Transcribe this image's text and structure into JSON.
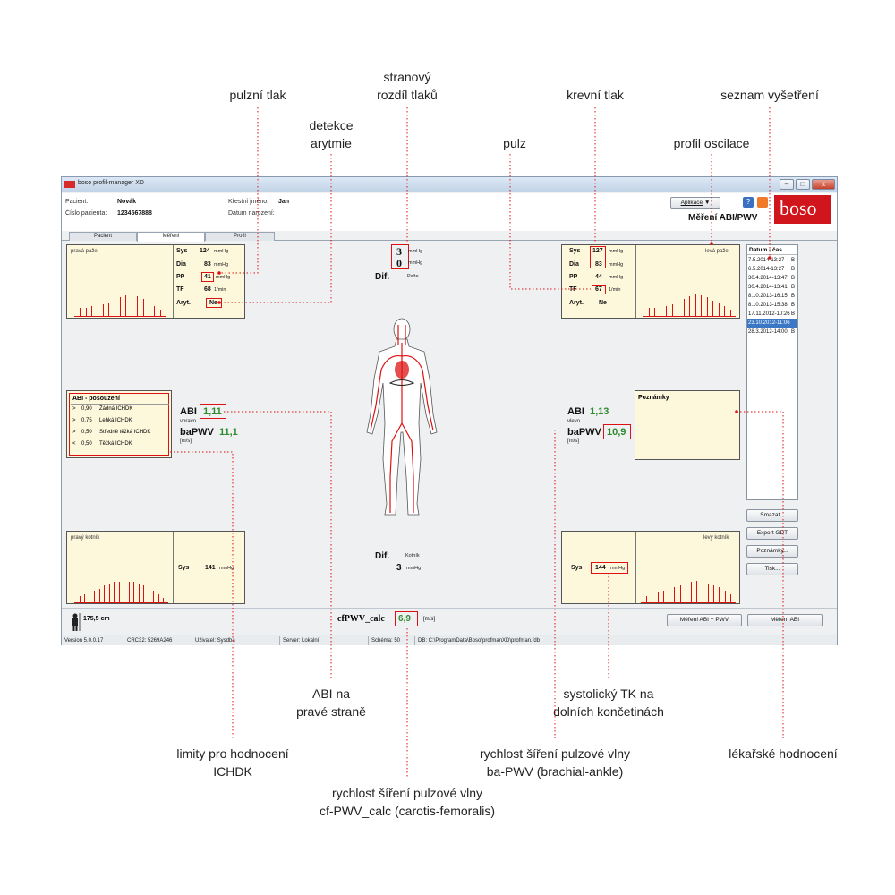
{
  "callouts": {
    "pulse_pressure": "pulzní tlak",
    "side_diff_line1": "stranový",
    "side_diff_line2": "rozdíl tlaků",
    "blood_pressure": "krevní tlak",
    "exam_list": "seznam vyšetření",
    "arrhythmia_line1": "detekce",
    "arrhythmia_line2": "arytmie",
    "pulse": "pulz",
    "osc_profile": "profil oscilace",
    "abi_right_line1": "ABI na",
    "abi_right_line2": "pravé straně",
    "systolic_lower_line1": "systolický TK na",
    "systolic_lower_line2": "dolních končetinách",
    "limits_line1": "limity pro hodnocení",
    "limits_line2": "ICHDK",
    "bapwv_line1": "rychlost šíření pulzové vlny",
    "bapwv_line2": "ba-PWV (brachial-ankle)",
    "medical_line1": "lékařské hodnocení",
    "cfpwv_line1": "rychlost šíření pulzové vlny",
    "cfpwv_line2": "cf-PWV_calc (carotis-femoralis)"
  },
  "window": {
    "title": "boso profil-manager XD",
    "min": "–",
    "max": "□",
    "close": "x"
  },
  "header": {
    "patient_label": "Pacient:",
    "patient_value": "Novák",
    "number_label": "Číslo pacienta:",
    "number_value": "1234567888",
    "firstname_label": "Křestní jméno:",
    "firstname_value": "Jan",
    "birth_label": "Datum narození:",
    "app_button": "Aplikace",
    "help": "?",
    "mode_title": "Měření ABI/PWV",
    "logo": "boso"
  },
  "tabs": [
    "Pacient",
    "Měření",
    "Profil"
  ],
  "right_arm": {
    "title": "pravá paže",
    "sys_label": "Sys",
    "sys": "124",
    "sys_unit": "mmHg",
    "dia_label": "Dia",
    "dia": "83",
    "dia_unit": "mmHg",
    "pp_label": "PP",
    "pp": "41",
    "pp_unit": "mmHg",
    "tf_label": "TF",
    "tf": "68",
    "tf_unit": "1/min",
    "aryt_label": "Aryt.",
    "aryt": "Ne",
    "oscillation": [
      0.25,
      0.25,
      0.3,
      0.3,
      0.35,
      0.4,
      0.45,
      0.55,
      0.6,
      0.62,
      0.58,
      0.5,
      0.42,
      0.3,
      0.2
    ]
  },
  "left_arm": {
    "title": "levá paže",
    "sys_label": "Sys",
    "sys": "127",
    "sys_unit": "mmHg",
    "dia_label": "Dia",
    "dia": "83",
    "dia_unit": "mmHg",
    "pp_label": "PP",
    "pp": "44",
    "pp_unit": "mmHg",
    "tf_label": "TF",
    "tf": "67",
    "tf_unit": "1/min",
    "aryt_label": "Aryt.",
    "aryt": "Ne",
    "oscillation": [
      0.25,
      0.25,
      0.3,
      0.3,
      0.35,
      0.45,
      0.5,
      0.58,
      0.62,
      0.6,
      0.55,
      0.45,
      0.4,
      0.3,
      0.2
    ]
  },
  "arm_diff": {
    "val1": "3",
    "val2": "0",
    "unit": "mmHg",
    "label": "Dif.",
    "sub": "Paže"
  },
  "abi_legend": {
    "title": "ABI - posouzení",
    "rows": [
      {
        "op": ">",
        "val": "0,90",
        "text": "Žádná ICHDK"
      },
      {
        "op": ">",
        "val": "0,75",
        "text": "Lehká ICHDK"
      },
      {
        "op": ">",
        "val": "0,50",
        "text": "Středně těžká ICHDK"
      },
      {
        "op": "<",
        "val": "0,50",
        "text": "Těžká ICHDK"
      }
    ]
  },
  "abi_right": {
    "abi_label": "ABI",
    "abi": "1,11",
    "side": "vpravo",
    "pwv_label": "baPWV",
    "pwv": "11,1",
    "unit": "[m/s]"
  },
  "abi_left": {
    "abi_label": "ABI",
    "abi": "1,13",
    "side": "vlevo",
    "pwv_label": "baPWV",
    "pwv": "10,9",
    "unit": "[m/s]"
  },
  "notes": {
    "title": "Poznámky"
  },
  "right_ankle": {
    "title": "pravý kotník",
    "sys_label": "Sys",
    "sys": "141",
    "sys_unit": "mmHg",
    "oscillation": [
      0.2,
      0.25,
      0.3,
      0.35,
      0.4,
      0.5,
      0.55,
      0.6,
      0.6,
      0.65,
      0.6,
      0.6,
      0.55,
      0.5,
      0.45,
      0.35,
      0.25,
      0.15
    ]
  },
  "left_ankle": {
    "title": "levý kotník",
    "sys_label": "Sys",
    "sys": "144",
    "sys_unit": "mmHg",
    "oscillation": [
      0.2,
      0.25,
      0.3,
      0.35,
      0.4,
      0.45,
      0.5,
      0.55,
      0.6,
      0.62,
      0.6,
      0.55,
      0.5,
      0.45,
      0.35,
      0.25
    ]
  },
  "ankle_diff": {
    "label": "Dif.",
    "sub": "Kotník",
    "val": "3",
    "unit": "mmHg"
  },
  "exam_list": {
    "header": "Datum - čas",
    "rows": [
      {
        "date": "7.5.2014-13:27",
        "flag": "B",
        "selected": false
      },
      {
        "date": "6.5.2014-13:27",
        "flag": "B",
        "selected": false
      },
      {
        "date": "30.4.2014-13:47",
        "flag": "B",
        "selected": false
      },
      {
        "date": "30.4.2014-13:41",
        "flag": "B",
        "selected": false
      },
      {
        "date": "8.10.2013-16:15",
        "flag": "B",
        "selected": false
      },
      {
        "date": "8.10.2013-15:38",
        "flag": "B",
        "selected": false
      },
      {
        "date": "17.11.2012-10:26",
        "flag": "B",
        "selected": false
      },
      {
        "date": "23.10.2012-11:06",
        "flag": "",
        "selected": true
      },
      {
        "date": "28.3.2012-14:00",
        "flag": "B",
        "selected": false
      }
    ]
  },
  "side_buttons": {
    "delete": "Smazat...",
    "export": "Export GDT",
    "notes": "Poznámky...",
    "print": "Tisk..."
  },
  "bottom": {
    "height": "175,5 cm",
    "cfpwv_label": "cfPWV_calc",
    "cfpwv": "6,9",
    "cfpwv_unit": "[m/s]",
    "btn_abi_pwv": "Měření ABI + PWV",
    "btn_abi": "Měření ABI"
  },
  "status": {
    "version": "Version 5.0.0.17",
    "crc": "CRC32: 5269A246",
    "user": "Uživatel: Sysdba",
    "server": "Server: Lokalní",
    "schema": "Schéma: 50",
    "db": "DB: C:\\ProgramData\\Boso\\profmanXD\\profman.fdb"
  },
  "colors": {
    "accent_red": "#d11111",
    "value_green": "#2e8b2e",
    "panel_bg": "#fdf7dc",
    "selection": "#3a78c5"
  }
}
